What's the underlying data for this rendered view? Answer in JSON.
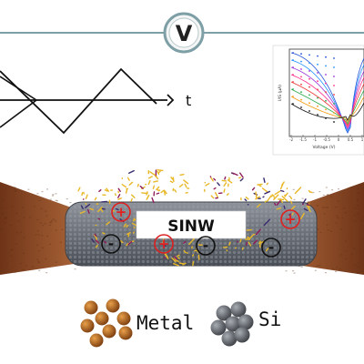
{
  "circuit": {
    "meter_label": "V"
  },
  "waveform": {
    "time_axis_label": "t"
  },
  "inset_plot": {
    "ylabel": "I/IS (μA)",
    "xlabel": "Voltage (V)",
    "x_tick_labels": [
      "-2",
      "-1.5",
      "-1",
      "-0.5",
      "0",
      "0.5",
      "1"
    ]
  },
  "device": {
    "nanowire_label": "SINW",
    "positive_charge_symbol": "+",
    "negative_charge_symbol": "-"
  },
  "legend": {
    "metal_label": "Metal",
    "si_label": "Si"
  },
  "colors": {
    "electrode": "#8a4a28",
    "nanowire": "#6b7280",
    "positive_charge": "#e02020",
    "negative_charge": "#111111",
    "molecule": "#e8b828",
    "metal_sphere": "#b8651c",
    "si_sphere": "#6a6a6a"
  }
}
